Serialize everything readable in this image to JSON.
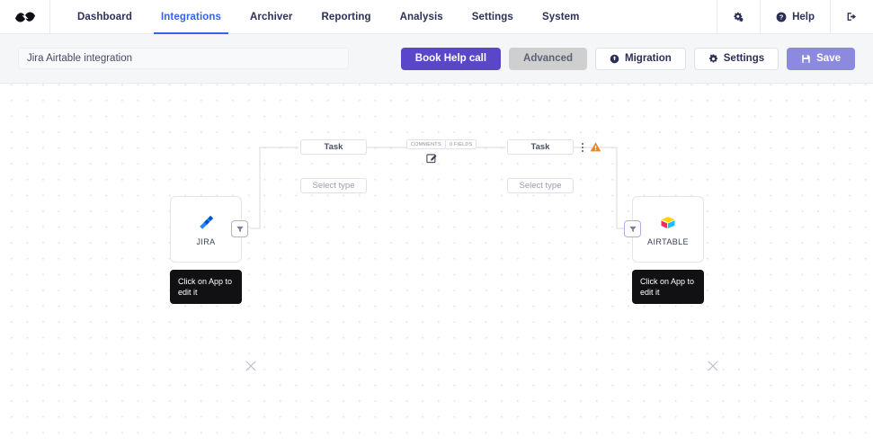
{
  "nav": {
    "logo_name": "app-logo",
    "items": [
      {
        "label": "Dashboard",
        "active": false
      },
      {
        "label": "Integrations",
        "active": true
      },
      {
        "label": "Archiver",
        "active": false
      },
      {
        "label": "Reporting",
        "active": false
      },
      {
        "label": "Analysis",
        "active": false
      },
      {
        "label": "Settings",
        "active": false
      },
      {
        "label": "System",
        "active": false
      }
    ],
    "right": {
      "settings_icon": "gears-icon",
      "help_label": "Help",
      "help_icon": "question-circle-icon",
      "logout_icon": "logout-icon"
    },
    "active_color": "#3761f0",
    "text_color": "#2c3057"
  },
  "toolbar": {
    "title_value": "Jira Airtable integration",
    "title_placeholder": "Integration name",
    "book_help_label": "Book Help call",
    "advanced_label": "Advanced",
    "migration_label": "Migration",
    "migration_icon": "migration-circle-icon",
    "settings_label": "Settings",
    "settings_icon": "gear-icon",
    "save_label": "Save",
    "save_icon": "floppy-disk-icon",
    "primary_color": "#5a46c8",
    "save_color": "#8b8ae0",
    "muted_color": "#cfcfcf"
  },
  "canvas": {
    "left_app": {
      "name": "JIRA",
      "icon": "jira-icon",
      "tooltip": "Click on App to edit it",
      "filter_icon": "filter-icon",
      "close_icon": "close-x-icon",
      "task_label": "Task",
      "type_label": "Select type"
    },
    "right_app": {
      "name": "AIRTABLE",
      "icon": "airtable-icon",
      "tooltip": "Click on App to edit it",
      "filter_icon": "filter-icon",
      "close_icon": "close-x-icon",
      "task_label": "Task",
      "type_label": "Select type"
    },
    "link": {
      "comments_chip": "COMMENTS",
      "fields_chip": "0 FIELDS",
      "edit_icon": "edit-square-icon",
      "kebab_icon": "kebab-menu-icon",
      "warning_icon": "warning-triangle-icon",
      "warning_color": "#f58220"
    }
  }
}
